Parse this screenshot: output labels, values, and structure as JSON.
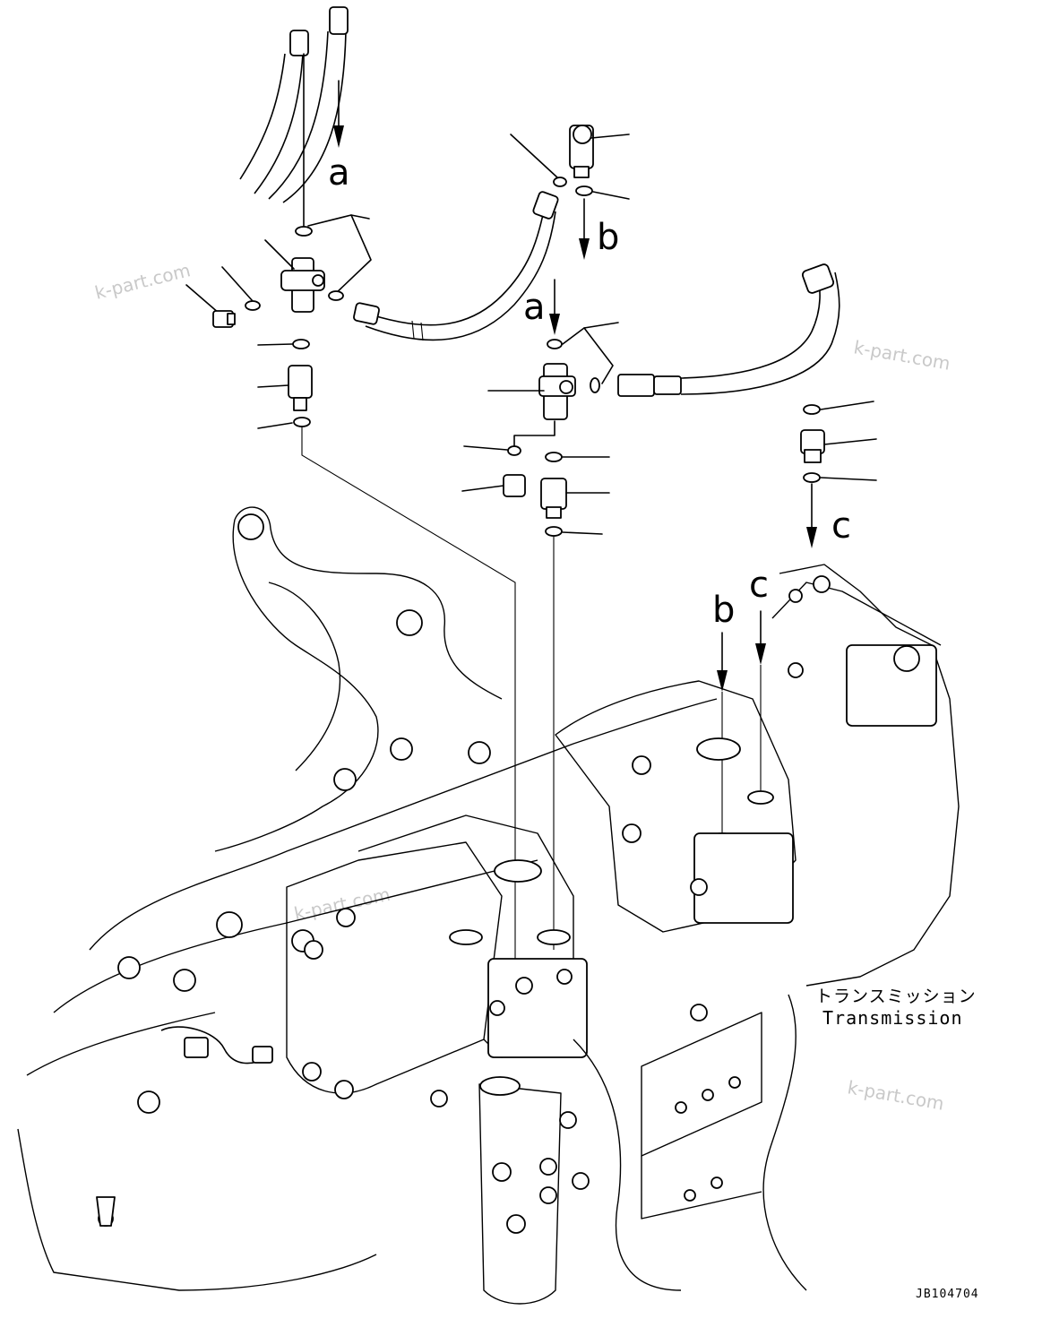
{
  "callouts": {
    "a_top": "a",
    "b_top": "b",
    "a_mid": "a",
    "c_right": "c",
    "c_lower": "c",
    "b_lower": "b"
  },
  "labels": {
    "transmission_jp": "トランスミッション",
    "transmission_en": "Transmission"
  },
  "watermarks": [
    "k-part.com",
    "k-part.com",
    "k-part.com",
    "k-part.com"
  ],
  "drawing_code": "JB104704"
}
